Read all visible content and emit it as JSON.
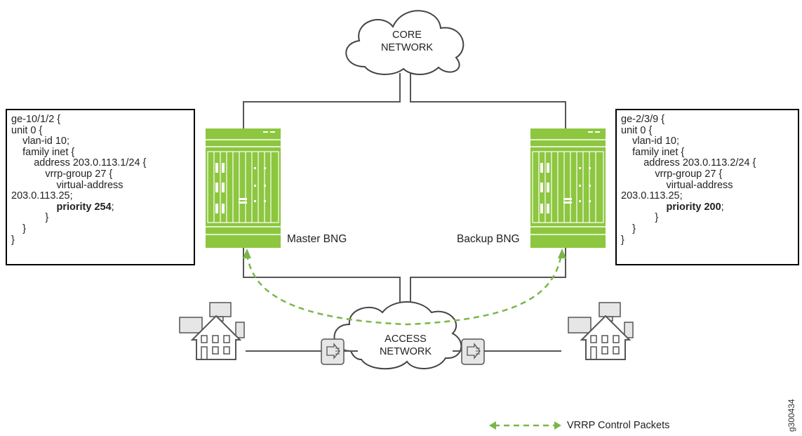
{
  "clouds": {
    "core": {
      "line1": "CORE",
      "line2": "NETWORK"
    },
    "access": {
      "line1": "ACCESS",
      "line2": "NETWORK"
    }
  },
  "routers": {
    "master": {
      "label": "Master BNG"
    },
    "backup": {
      "label": "Backup BNG"
    }
  },
  "configs": {
    "left": {
      "lines": [
        "ge-10/1/2 {",
        "unit 0 {",
        "    vlan-id 10;",
        "    family inet {",
        "        address 203.0.113.1/24 {",
        "            vrrp-group 27 {",
        "                virtual-address",
        "203.0.113.25;",
        "                priority 254;",
        "            }",
        "    }",
        "}"
      ],
      "priority_bold": "priority 254"
    },
    "right": {
      "lines": [
        "ge-2/3/9 {",
        "unit 0 {",
        "    vlan-id 10;",
        "    family inet {",
        "        address 203.0.113.2/24 {",
        "            vrrp-group 27 {",
        "                virtual-address",
        "203.0.113.25;",
        "                priority 200;",
        "            }",
        "    }",
        "}"
      ],
      "priority_bold": "priority 200"
    }
  },
  "legend": {
    "label": "VRRP Control Packets"
  },
  "figure_id": "g300434",
  "colors": {
    "router_green": "#8dc63f",
    "vrrp_dash": "#7ab648",
    "line_gray": "#555555",
    "icon_gray": "#e6e6e6"
  }
}
